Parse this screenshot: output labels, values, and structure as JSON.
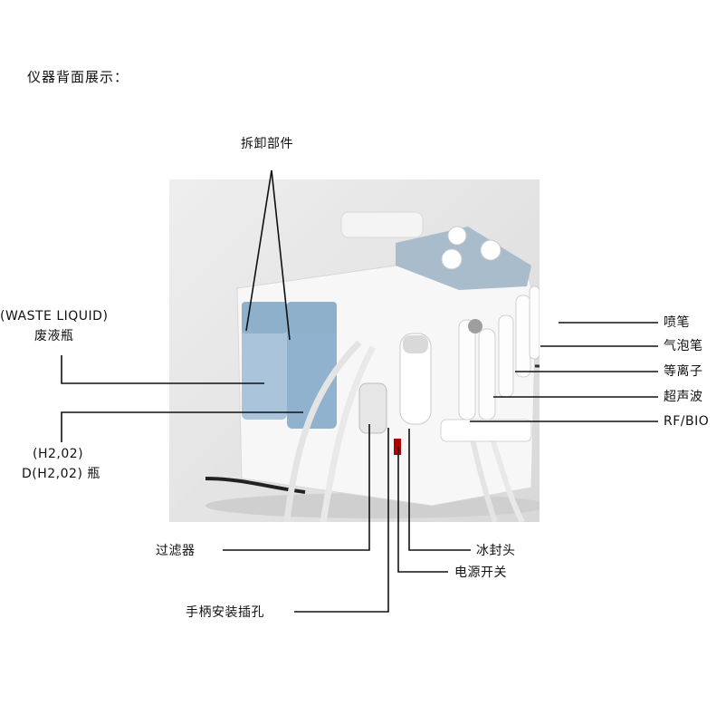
{
  "heading": "仪器背面展示：",
  "labels": {
    "detach": "拆卸部件",
    "waste_en": "(WASTE LIQUID)",
    "waste_cn": "废液瓶",
    "h2o2_en": "(H2,02)",
    "h2o2_cn": "D(H2,02) 瓶",
    "filter": "过滤器",
    "handle_socket": "手柄安装插孔",
    "ice_head": "冰封头",
    "power_switch": "电源开关",
    "spray_pen": "喷笔",
    "bubble_pen": "气泡笔",
    "plasma": "等离子",
    "ultrasonic": "超声波",
    "rf_bio": "RF/BIO"
  },
  "colors": {
    "device_body": "#f7f7f8",
    "panel_blue": "#a9bccb",
    "bottle_blue": "#7ea6c8",
    "line": "#111111"
  }
}
